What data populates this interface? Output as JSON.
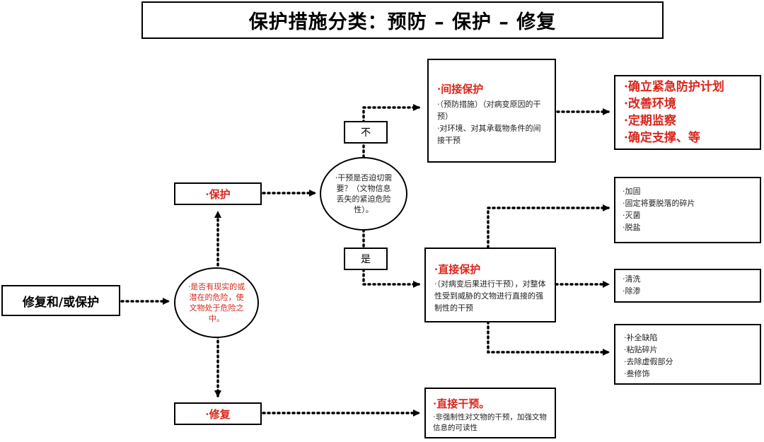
{
  "title": "保护措施分类：预防 – 保护 – 修复",
  "root": "修复和/或保护",
  "risk_question": "·是否有现实的或潜在的危险，使文物处于危险之中。",
  "protect": "·保护",
  "repair": "·修复",
  "intervene_question": "·干预是否迫切需要？（文物信息丢失的紧迫危险性）。",
  "no_label": "不",
  "yes_label": "是",
  "indirect": {
    "heading": "·间接保护",
    "lines": [
      "·（预防措施）（对病变原因的干预）",
      "·对环境、对其承载物条件的间接干预"
    ]
  },
  "indirect_actions": [
    "·确立紧急防护计划",
    "·改善环境",
    "·定期监察",
    "·确定支撑、等"
  ],
  "direct": {
    "heading": "·直接保护",
    "lines": [
      "·（对病变后果进行干预），对整体性受到威胁的文物进行直接的强制性的干预"
    ]
  },
  "direct_actions_1": [
    "·加固",
    "·固定将要脱落的碎片",
    "·灭菌",
    "·脱盐"
  ],
  "direct_actions_2": [
    "·清洗",
    "·除渗"
  ],
  "direct_actions_3": [
    "·补全缺陷",
    "·粘贴碎片",
    "·去除虚假部分",
    "·叁修饰"
  ],
  "direct_intervention": {
    "heading": "·直接干预。",
    "lines": [
      "·非强制性对文物的干预，加强文物信息的可读性"
    ]
  },
  "colors": {
    "accent_red": "#d9261c",
    "stroke": "#000000"
  }
}
